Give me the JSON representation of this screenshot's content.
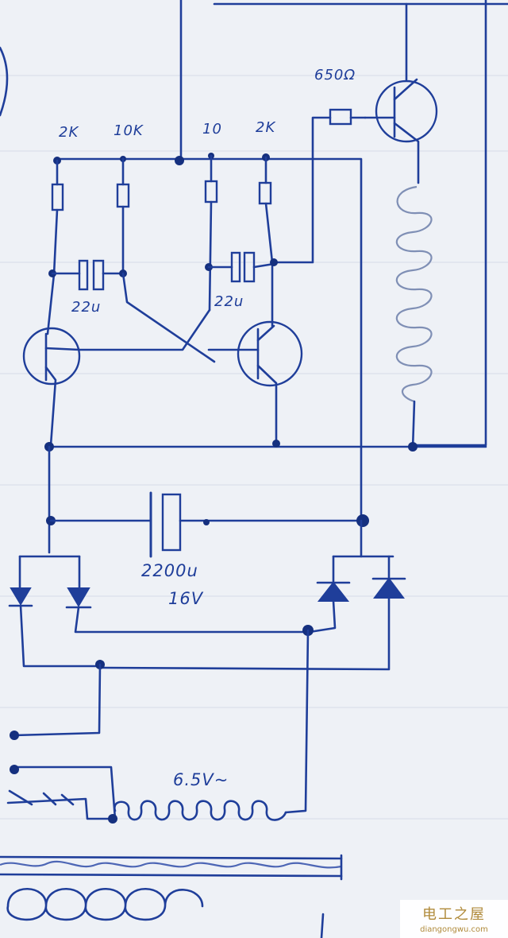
{
  "labels": {
    "r_base_out": "650Ω",
    "r1": "2K",
    "r2": "10K",
    "r3": "10",
    "r4": "2K",
    "c_left": "22u",
    "c_right": "22u",
    "c_filter_cap": "2200u",
    "c_filter_volt": "16V",
    "transformer": "6.5V~"
  },
  "watermark": {
    "text_cn": "电工之屋",
    "url": "diangongwu.com"
  }
}
